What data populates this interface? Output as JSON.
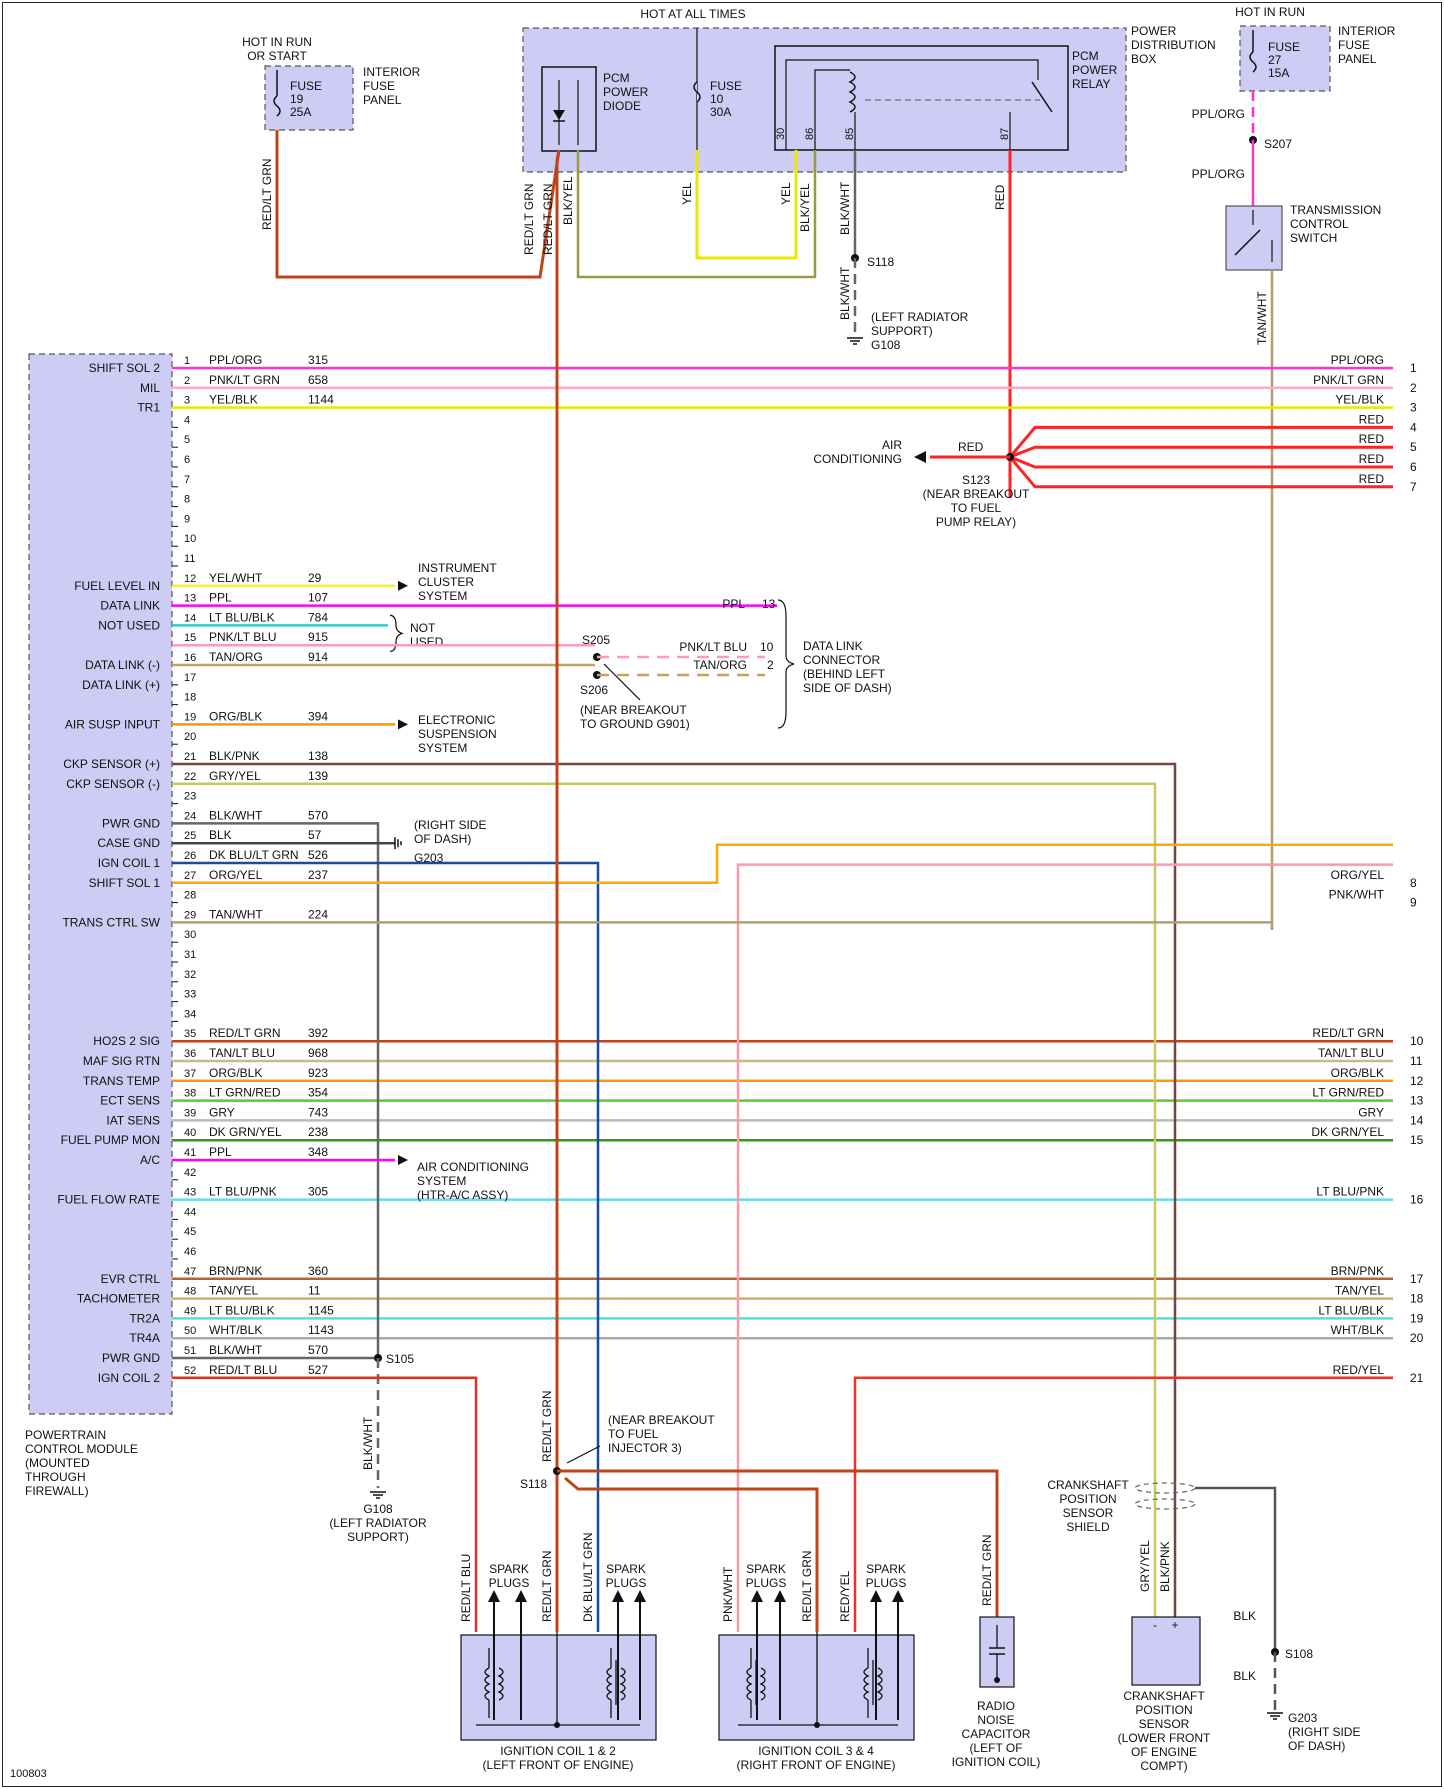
{
  "diagram_id": "100803",
  "colors": {
    "box_fill": "#ccccf5",
    "PPL/ORG": "#ff33cc",
    "PNK/LT GRN": "#ffaacc",
    "YEL/BLK": "#e8e800",
    "YEL/WHT": "#f0f050",
    "PPL": "#ff00ff",
    "LT BLU/BLK": "#33cccc",
    "PNK/LT BLU": "#ff99bb",
    "TAN/ORG": "#c8a060",
    "ORG/BLK": "#ff9900",
    "BLK/PNK": "#774444",
    "GRY/YEL": "#c8c860",
    "BLK/WHT": "#666666",
    "BLK": "#444444",
    "DK BLU/LT GRN": "#1a4aa0",
    "ORG/YEL": "#ffaa00",
    "TAN/WHT": "#b0a070",
    "RED/LT GRN": "#c0441a",
    "TAN/LT BLU": "#c8b890",
    "LT GRN/RED": "#55cc33",
    "GRY": "#bbbbbb",
    "DK GRN/YEL": "#339911",
    "LT BLU/PNK": "#66ddee",
    "BRN/PNK": "#b06633",
    "TAN/YEL": "#d0b060",
    "LT BLU/BLK2": "#55dddd",
    "WHT/BLK": "#aaaaaa",
    "RED/LT BLU": "#dd3322",
    "RED": "#ff2222",
    "RED/YEL": "#ee3322",
    "PNK/WHT": "#ff99aa"
  },
  "top": {
    "hot_in_run_or_start": [
      "HOT IN RUN",
      "OR START"
    ],
    "fuse19": [
      "FUSE",
      "19",
      "25A"
    ],
    "interior_fuse_panel": [
      "INTERIOR",
      "FUSE",
      "PANEL"
    ],
    "hot_at_all_times": "HOT AT ALL TIMES",
    "pcm_power_diode": [
      "PCM",
      "POWER",
      "DIODE"
    ],
    "fuse10": [
      "FUSE",
      "10",
      "30A"
    ],
    "pcm_power_relay": [
      "PCM",
      "POWER",
      "RELAY"
    ],
    "power_distribution_box": [
      "POWER",
      "DISTRIBUTION",
      "BOX"
    ],
    "relay_pins": [
      "30",
      "86",
      "85",
      "87"
    ],
    "hot_in_run": "HOT IN RUN",
    "fuse27": [
      "FUSE",
      "27",
      "15A"
    ],
    "interior_fuse_panel2": [
      "INTERIOR",
      "FUSE",
      "PANEL"
    ],
    "ppl_org_1": "PPL/ORG",
    "s207": "S207",
    "ppl_org_2": "PPL/ORG",
    "transmission_control_switch": [
      "TRANSMISSION",
      "CONTROL",
      "SWITCH"
    ],
    "tan_wht": "TAN/WHT",
    "wire_red_lt_grn_a": "RED/LT GRN",
    "wire_red_lt_grn_b": "RED/LT GRN",
    "wire_red_lt_grn_c": "RED/LT GRN",
    "wire_blk_yel_a": "BLK/YEL",
    "wire_yel_a": "YEL",
    "wire_yel_b": "YEL",
    "wire_blk_yel_b": "BLK/YEL",
    "wire_blk_wht_a": "BLK/WHT",
    "wire_red": "RED",
    "s118": "S118",
    "wire_blk_wht_b": "BLK/WHT",
    "left_radiator_support": [
      "(LEFT RADIATOR",
      "SUPPORT)",
      "G108"
    ]
  },
  "pcm": {
    "label": [
      "POWERTRAIN",
      "CONTROL MODULE",
      "(MOUNTED",
      "THROUGH",
      "FIREWALL)"
    ]
  },
  "pins": [
    {
      "n": "1",
      "func": "SHIFT SOL 2",
      "color": "PPL/ORG",
      "circuit": "315",
      "right": "PPL/ORG",
      "rnum": "1"
    },
    {
      "n": "2",
      "func": "MIL",
      "color": "PNK/LT GRN",
      "circuit": "658",
      "right": "PNK/LT GRN",
      "rnum": "2"
    },
    {
      "n": "3",
      "func": "TR1",
      "color": "YEL/BLK",
      "circuit": "1144",
      "right": "YEL/BLK",
      "rnum": "3"
    },
    {
      "n": "4"
    },
    {
      "n": "5"
    },
    {
      "n": "6"
    },
    {
      "n": "7"
    },
    {
      "n": "8"
    },
    {
      "n": "9"
    },
    {
      "n": "10"
    },
    {
      "n": "11"
    },
    {
      "n": "12",
      "func": "FUEL LEVEL IN",
      "color": "YEL/WHT",
      "circuit": "29"
    },
    {
      "n": "13",
      "func": "DATA LINK",
      "color": "PPL",
      "circuit": "107"
    },
    {
      "n": "14",
      "func": "NOT USED",
      "color": "LT BLU/BLK",
      "circuit": "784"
    },
    {
      "n": "15",
      "color": "PNK/LT BLU",
      "circuit": "915"
    },
    {
      "n": "16",
      "func": "DATA LINK (-)",
      "color": "TAN/ORG",
      "circuit": "914"
    },
    {
      "n": "17",
      "func": "DATA LINK (+)"
    },
    {
      "n": "18"
    },
    {
      "n": "19",
      "func": "AIR SUSP INPUT",
      "color": "ORG/BLK",
      "circuit": "394"
    },
    {
      "n": "20"
    },
    {
      "n": "21",
      "func": "CKP SENSOR (+)",
      "color": "BLK/PNK",
      "circuit": "138"
    },
    {
      "n": "22",
      "func": "CKP SENSOR (-)",
      "color": "GRY/YEL",
      "circuit": "139"
    },
    {
      "n": "23"
    },
    {
      "n": "24",
      "func": "PWR GND",
      "color": "BLK/WHT",
      "circuit": "570"
    },
    {
      "n": "25",
      "func": "CASE GND",
      "color": "BLK",
      "circuit": "57"
    },
    {
      "n": "26",
      "func": "IGN COIL 1",
      "color": "DK BLU/LT GRN",
      "circuit": "526"
    },
    {
      "n": "27",
      "func": "SHIFT SOL 1",
      "color": "ORG/YEL",
      "circuit": "237",
      "right": "ORG/YEL",
      "rnum": "8"
    },
    {
      "n": "28",
      "right": "PNK/WHT",
      "rnum": "9"
    },
    {
      "n": "29",
      "func": "TRANS CTRL SW",
      "color": "TAN/WHT",
      "circuit": "224"
    },
    {
      "n": "30"
    },
    {
      "n": "31"
    },
    {
      "n": "32"
    },
    {
      "n": "33"
    },
    {
      "n": "34"
    },
    {
      "n": "35",
      "func": "HO2S 2 SIG",
      "color": "RED/LT GRN",
      "circuit": "392",
      "right": "RED/LT GRN",
      "rnum": "10"
    },
    {
      "n": "36",
      "func": "MAF SIG RTN",
      "color": "TAN/LT BLU",
      "circuit": "968",
      "right": "TAN/LT BLU",
      "rnum": "11"
    },
    {
      "n": "37",
      "func": "TRANS TEMP",
      "color": "ORG/BLK",
      "circuit": "923",
      "right": "ORG/BLK",
      "rnum": "12"
    },
    {
      "n": "38",
      "func": "ECT SENS",
      "color": "LT GRN/RED",
      "circuit": "354",
      "right": "LT GRN/RED",
      "rnum": "13"
    },
    {
      "n": "39",
      "func": "IAT SENS",
      "color": "GRY",
      "circuit": "743",
      "right": "GRY",
      "rnum": "14"
    },
    {
      "n": "40",
      "func": "FUEL PUMP MON",
      "color": "DK GRN/YEL",
      "circuit": "238",
      "right": "DK GRN/YEL",
      "rnum": "15"
    },
    {
      "n": "41",
      "func": "A/C",
      "color": "PPL",
      "circuit": "348"
    },
    {
      "n": "42"
    },
    {
      "n": "43",
      "func": "FUEL FLOW RATE",
      "color": "LT BLU/PNK",
      "circuit": "305",
      "right": "LT BLU/PNK",
      "rnum": "16"
    },
    {
      "n": "44"
    },
    {
      "n": "45"
    },
    {
      "n": "46"
    },
    {
      "n": "47",
      "func": "EVR CTRL",
      "color": "BRN/PNK",
      "circuit": "360",
      "right": "BRN/PNK",
      "rnum": "17"
    },
    {
      "n": "48",
      "func": "TACHOMETER",
      "color": "TAN/YEL",
      "circuit": "11",
      "right": "TAN/YEL",
      "rnum": "18"
    },
    {
      "n": "49",
      "func": "TR2A",
      "color": "LT BLU/BLK",
      "circuit": "1145",
      "right": "LT BLU/BLK",
      "rnum": "19"
    },
    {
      "n": "50",
      "func": "TR4A",
      "color": "WHT/BLK",
      "circuit": "1143",
      "right": "WHT/BLK",
      "rnum": "20"
    },
    {
      "n": "51",
      "func": "PWR GND",
      "color": "BLK/WHT",
      "circuit": "570"
    },
    {
      "n": "52",
      "func": "IGN COIL 2",
      "color": "RED/LT BLU",
      "circuit": "527",
      "right": "RED/YEL",
      "rnum": "21"
    }
  ],
  "mid": {
    "red_labels": [
      "RED",
      "RED",
      "RED",
      "RED"
    ],
    "red_nums": [
      "4",
      "5",
      "6",
      "7"
    ],
    "red_ac": "RED",
    "air_conditioning": [
      "AIR",
      "CONDITIONING"
    ],
    "s123": [
      "S123",
      "(NEAR BREAKOUT",
      "TO FUEL",
      "PUMP RELAY)"
    ],
    "instrument_cluster": [
      "INSTRUMENT",
      "CLUSTER",
      "SYSTEM"
    ],
    "ppl_13": "PPL",
    "ppl_13_num": "13",
    "not_used": [
      "NOT",
      "USED"
    ],
    "s205": "S205",
    "s206": "S206",
    "pnk_lt_blu": "PNK/LT BLU",
    "pnk_lt_blu_num": "10",
    "tan_org": "TAN/ORG",
    "tan_org_num": "2",
    "data_link_connector": [
      "DATA LINK",
      "CONNECTOR",
      "(BEHIND LEFT",
      "SIDE OF DASH)"
    ],
    "near_breakout_ground": [
      "(NEAR BREAKOUT",
      "TO GROUND G901)"
    ],
    "electronic_suspension": [
      "ELECTRONIC",
      "SUSPENSION",
      "SYSTEM"
    ],
    "right_side_dash": [
      "(RIGHT SIDE",
      "OF DASH)"
    ],
    "g203": "G203",
    "ac_system": [
      "AIR CONDITIONING",
      "SYSTEM",
      "(HTR-A/C ASSY)"
    ]
  },
  "bottom": {
    "s105": "S105",
    "blk_wht": "BLK/WHT",
    "g108": [
      "G108",
      "(LEFT RADIATOR",
      "SUPPORT)"
    ],
    "near_breakout_inj": [
      "(NEAR BREAKOUT",
      "TO FUEL",
      "INJECTOR 3)"
    ],
    "red_lt_grn_v": "RED/LT GRN",
    "s118": "S118",
    "coil12_wires": [
      "RED/LT BLU",
      "RED/LT GRN",
      "DK BLU/LT GRN"
    ],
    "spark_plugs": [
      "SPARK",
      "PLUGS"
    ],
    "coil34_wires": [
      "PNK/WHT",
      "RED/LT GRN",
      "RED/YEL"
    ],
    "radio_wire": "RED/LT GRN",
    "ignition_coil_12": [
      "IGNITION COIL 1 & 2",
      "(LEFT FRONT OF ENGINE)"
    ],
    "ignition_coil_34": [
      "IGNITION COIL 3 & 4",
      "(RIGHT FRONT OF ENGINE)"
    ],
    "radio_noise_cap": [
      "RADIO",
      "NOISE",
      "CAPACITOR",
      "(LEFT OF",
      "IGNITION COIL)"
    ],
    "ckp_shield": [
      "CRANKSHAFT",
      "POSITION",
      "SENSOR",
      "SHIELD"
    ],
    "ckp_wires": [
      "GRY/YEL",
      "BLK/PNK"
    ],
    "ckp_sensor": [
      "CRANKSHAFT",
      "POSITION",
      "SENSOR",
      "(LOWER FRONT",
      "OF ENGINE",
      "COMPT)"
    ],
    "ckp_polarity": [
      "-",
      "+"
    ],
    "blk_a": "BLK",
    "s108": "S108",
    "blk_b": "BLK",
    "g203_b": [
      "G203",
      "(RIGHT SIDE",
      "OF DASH)"
    ]
  }
}
